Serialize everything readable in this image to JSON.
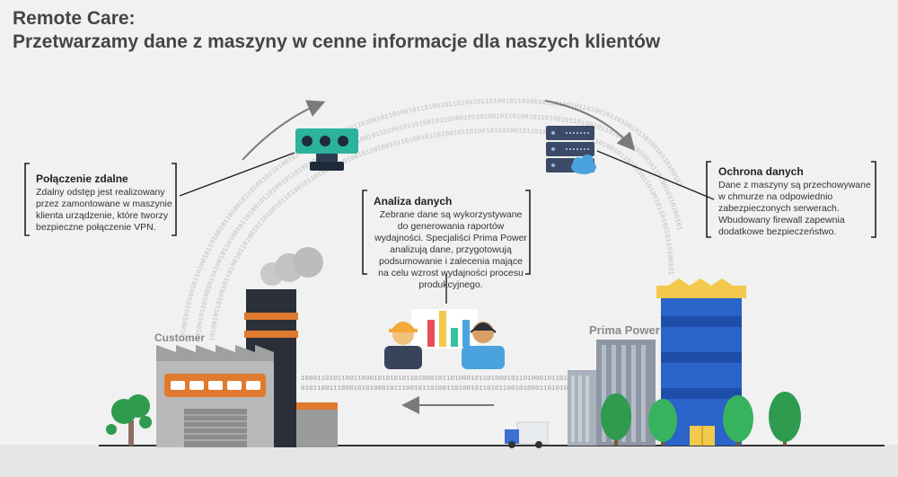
{
  "header": {
    "title": "Remote Care:",
    "subtitle": "Przetwarzamy dane z maszyny w cenne informacje dla naszych klientów"
  },
  "boxes": {
    "remote_connection": {
      "heading": "Połączenie zdalne",
      "body": "Zdalny odstęp jest realizowany przez zamontowane w maszynie klienta urządzenie, które tworzy bezpieczne połączenie VPN."
    },
    "data_analysis": {
      "heading": "Analiza danych",
      "body": "Zebrane dane są wykorzystywane do generowania raportów wydajności. Specjaliści Prima Power analizują dane, przygotowują podsumowanie i zalecenia mające na celu wzrost wydajności procesu produkcyjnego."
    },
    "data_protection": {
      "heading": "Ochrona danych",
      "body": "Dane z maszyny są przechowywane w chmurze na odpowiednio zabezpieczonych serwerach. Wbudowany firewall zapewnia dodatkowe bezpieczeństwo."
    }
  },
  "labels": {
    "customer": "Customer",
    "prima_power": "Prima Power"
  },
  "binary": {
    "arc": "1010010110100101101001011010010110100101101001011010010110100101101001011010010110100101101001011010010110100101101001011010010110100101101001011010010110100101",
    "bottom_line_1": "1000110101100110001010101011010001011010001011010001011010001011010001011000110",
    "bottom_line_2": "0101100111000101010001011100101101001101001011010110010100011010100001101011011"
  },
  "colors": {
    "accent_orange": "#f28e2b",
    "building_blue": "#2a63c9",
    "factory_grey": "#b0b0b0",
    "tree_green": "#2e9b4f"
  }
}
